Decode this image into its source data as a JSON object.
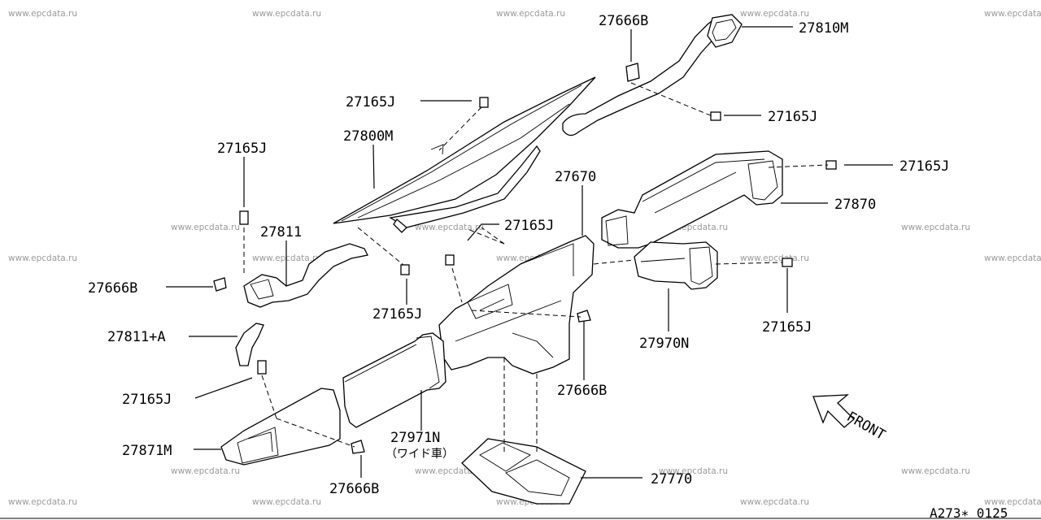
{
  "watermark": "www.epcdata.ru",
  "diagram_code": "A273∗ 0125",
  "front_label": "FRONT",
  "labels": {
    "l_27666b_top": "27666B",
    "l_27810m": "27810M",
    "l_27165j_a": "27165J",
    "l_27165j_b": "27165J",
    "l_27800m": "27800M",
    "l_27165j_c": "27165J",
    "l_27165j_d": "27165J",
    "l_27670": "27670",
    "l_27870": "27870",
    "l_27811": "27811",
    "l_27165j_e": "27165J",
    "l_27666b_left": "27666B",
    "l_27165j_f": "27165J",
    "l_27811a": "27811+A",
    "l_27970n": "27970N",
    "l_27165j_g": "27165J",
    "l_27165j_h": "27165J",
    "l_27666b_mid": "27666B",
    "l_27971n": "27971N",
    "l_27971n_note": "（ワイド車）",
    "l_27871m": "27871M",
    "l_27666b_bot": "27666B",
    "l_27770": "27770"
  }
}
